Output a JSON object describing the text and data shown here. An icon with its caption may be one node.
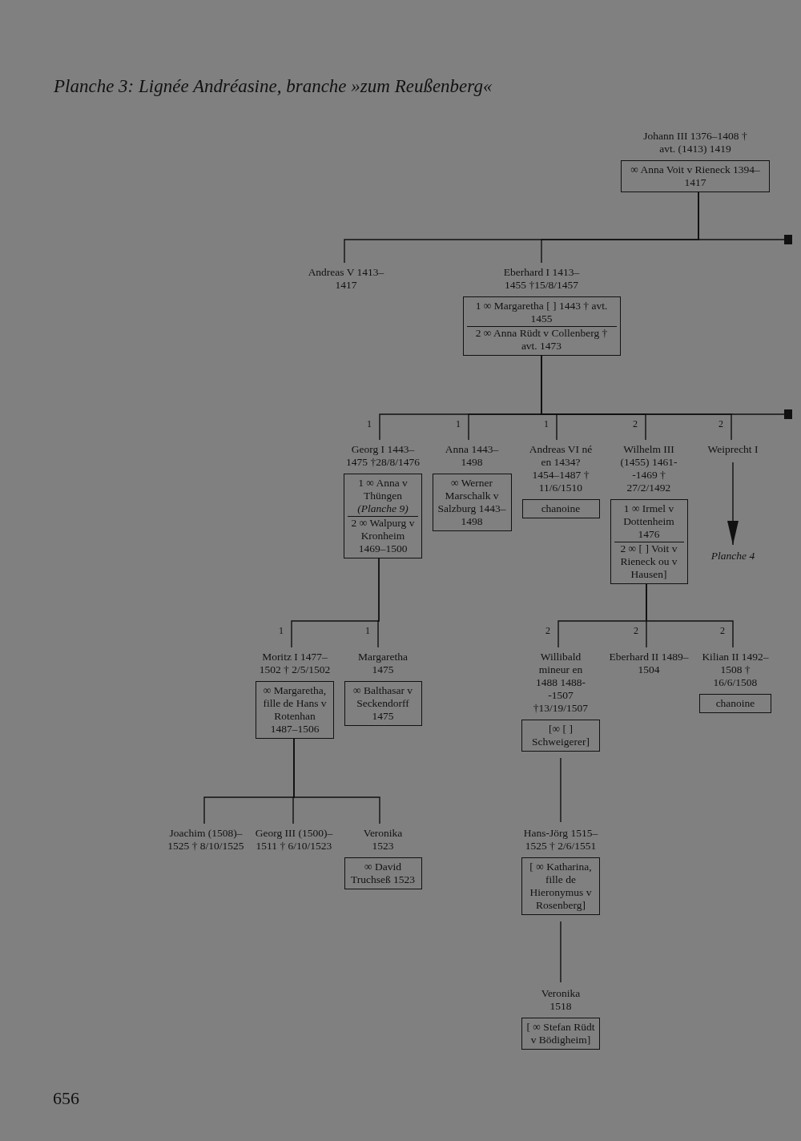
{
  "diagram": {
    "title": "Planche 3: Lignée Andréasine, branche »zum Reußenberg«",
    "nodes": [
      {
        "text": [
          "Johann III 1376–1408 † avt. (1413) 1419",
          "∞ Anna Voit v Rieneck 1394–1417"
        ]
      },
      {
        "text": [
          "Andreas V 1413–1417"
        ]
      },
      {
        "text": [
          "Eberhard I 1413–1455 †15/8/1457",
          "1 ∞ Margaretha [ ] 1443 † avt. 1455",
          "2 ∞ Anna Rüdt v Collenberg † avt. 1473"
        ]
      },
      {
        "text": [
          "Georg I 1443–1475 †28/8/1476",
          "1 ∞ Anna v Thüngen *(Planche 9)*",
          "2 ∞ Walpurg v Kronheim 1469–1500"
        ]
      },
      {
        "text": [
          "Anna 1443–1498",
          "∞ Werner Marschalk v Salzburg 1443–1498"
        ]
      },
      {
        "text": [
          "Andreas VI né en 1434? 1454–1487 † 11/6/1510",
          "chanoine"
        ]
      },
      {
        "text": [
          "Wilhelm III (1455) 1461--1469 † 27/2/1492",
          "1 ∞ Irmel v Dottenheim 1476",
          "2 ∞ [ ] Voit v Rieneck ou v Hausen]"
        ]
      },
      {
        "text": [
          "Weiprecht I"
        ]
      },
      {
        "text": [
          "Planche 4"
        ]
      },
      {
        "text": [
          "Moritz I 1477–1502 † 2/5/1502",
          "∞ Margaretha, fille de Hans v Rotenhan 1487–1506"
        ]
      },
      {
        "text": [
          "Margaretha 1475",
          "∞ Balthasar v Seckendorff 1475"
        ]
      },
      {
        "text": [
          "Willibald mineur en 1488 1488--1507 †13/19/1507",
          "[∞ [ ] Schweigerer]"
        ]
      },
      {
        "text": [
          "Eberhard II 1489–1504"
        ]
      },
      {
        "text": [
          "Kilian II 1492–1508 † 16/6/1508",
          "chanoine"
        ]
      },
      {
        "text": [
          "Joachim (1508)–1525 † 8/10/1525"
        ]
      },
      {
        "text": [
          "Georg III (1500)–1511 † 6/10/1523"
        ]
      },
      {
        "text": [
          "Veronika 1523",
          "∞ David Truchseß 1523"
        ]
      },
      {
        "text": [
          "Hans-Jörg 1515–1525 † 2/6/1551",
          "[ ∞ Katharina, fille de Hieronymus v Rosenberg]"
        ]
      },
      {
        "text": [
          "Veronika 1518",
          "[ ∞ Stefan Rüdt v Bödigheim]"
        ]
      }
    ],
    "edges": [
      {
        "from": 0,
        "to": 1,
        "arrow": "none"
      },
      {
        "from": 0,
        "to": 2,
        "arrow": "none"
      },
      {
        "from": 0,
        "to": null,
        "arrow": "other"
      },
      {
        "from": 2,
        "to": 3,
        "arrow": "none",
        "label": "1"
      },
      {
        "from": 2,
        "to": 4,
        "arrow": "none",
        "label": "1"
      },
      {
        "from": 2,
        "to": 5,
        "arrow": "none",
        "label": "1"
      },
      {
        "from": 2,
        "to": 6,
        "arrow": "none",
        "label": "2"
      },
      {
        "from": 2,
        "to": 7,
        "arrow": "none",
        "label": "2"
      },
      {
        "from": 2,
        "to": null,
        "arrow": "other"
      },
      {
        "from": 7,
        "to": 8,
        "arrow": "to"
      },
      {
        "from": 3,
        "to": 9,
        "arrow": "none",
        "label": "1"
      },
      {
        "from": 3,
        "to": 10,
        "arrow": "none",
        "label": "1"
      },
      {
        "from": 6,
        "to": 11,
        "arrow": "none",
        "label": "2"
      },
      {
        "from": 6,
        "to": 12,
        "arrow": "none",
        "label": "2"
      },
      {
        "from": 6,
        "to": 13,
        "arrow": "none",
        "label": "2"
      },
      {
        "from": 9,
        "to": 14,
        "arrow": "none"
      },
      {
        "from": 9,
        "to": 15,
        "arrow": "none"
      },
      {
        "from": 9,
        "to": 16,
        "arrow": "none"
      },
      {
        "from": 11,
        "to": 17,
        "arrow": "none"
      },
      {
        "from": 17,
        "to": 18,
        "arrow": "none"
      }
    ],
    "labels": [
      "656"
    ]
  }
}
